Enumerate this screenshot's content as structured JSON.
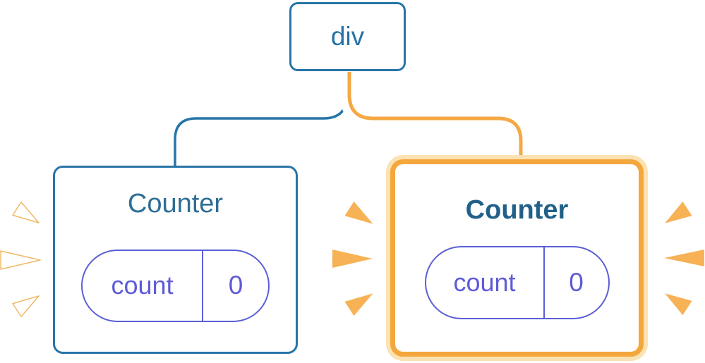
{
  "diagram": {
    "root_node": {
      "label": "div"
    },
    "left_counter": {
      "title": "Counter",
      "state_key": "count",
      "state_value": "0",
      "highlighted": false
    },
    "right_counter": {
      "title": "Counter",
      "state_key": "count",
      "state_value": "0",
      "highlighted": true
    }
  },
  "colors": {
    "node_blue": "#2775A8",
    "div_text_blue": "#2573A7",
    "title_blue": "#2F6E95",
    "title_blue_bold": "#20608A",
    "pill_purple": "#5B5FD6",
    "pill_text_purple": "#5F5BD7",
    "edge_orange": "#F5A843",
    "highlight_border_orange": "#F4A73C",
    "highlight_glow_orange": "#FBE2B2",
    "burst_orange": "#F7B256",
    "burst_white": "#FFFFFF",
    "background": "#FFFFFF"
  }
}
